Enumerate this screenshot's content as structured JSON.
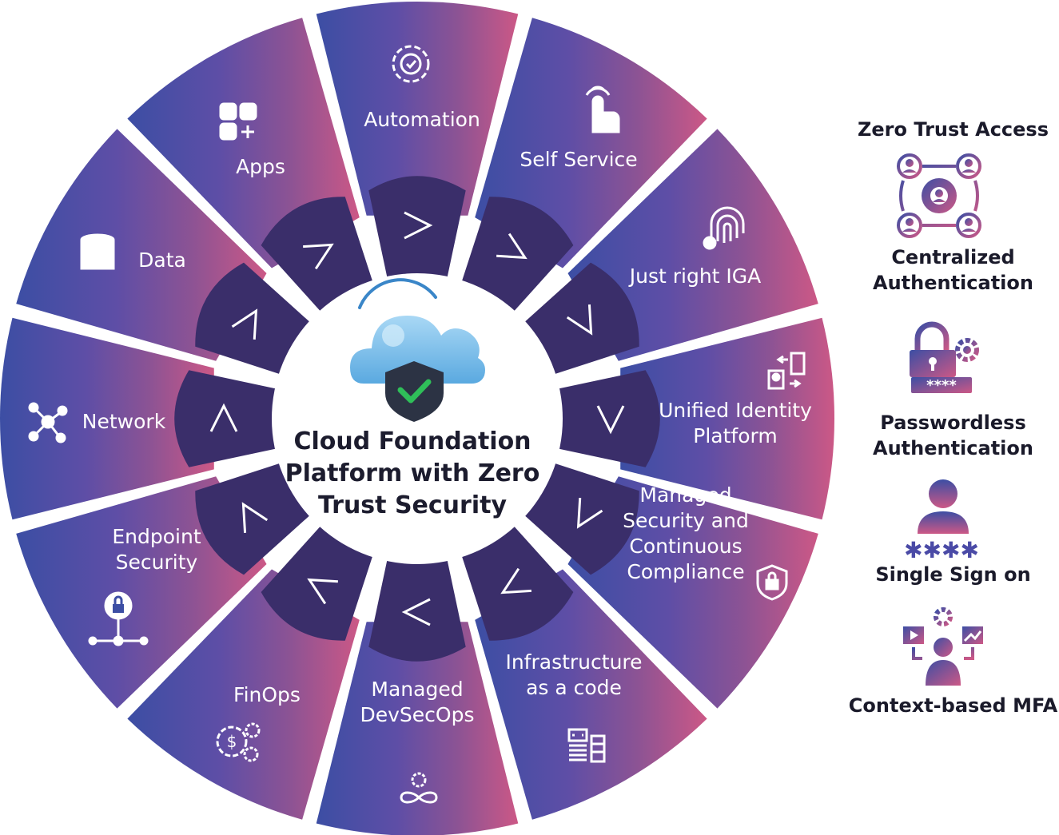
{
  "center": {
    "title_lines": [
      "Cloud Foundation",
      "Platform with Zero",
      "Trust Security"
    ]
  },
  "segments": [
    {
      "id": "automation",
      "lines": [
        "Automation"
      ],
      "icon": "automation-gear-icon"
    },
    {
      "id": "self-service",
      "lines": [
        "Self Service"
      ],
      "icon": "touch-hand-icon"
    },
    {
      "id": "just-right-iga",
      "lines": [
        "Just right IGA"
      ],
      "icon": "fingerprint-icon"
    },
    {
      "id": "unified-identity",
      "lines": [
        "Unified Identity",
        "Platform"
      ],
      "icon": "identity-transfer-icon"
    },
    {
      "id": "managed-security",
      "lines": [
        "Managed",
        "Security and",
        "Continuous",
        "Compliance"
      ],
      "icon": "shield-lock-icon"
    },
    {
      "id": "infrastructure",
      "lines": [
        "Infrastructure",
        "as a code"
      ],
      "icon": "code-server-icon"
    },
    {
      "id": "devsecops",
      "lines": [
        "Managed",
        "DevSecOps"
      ],
      "icon": "infinity-gear-icon"
    },
    {
      "id": "finops",
      "lines": [
        "FinOps"
      ],
      "icon": "money-gears-icon"
    },
    {
      "id": "endpoint",
      "lines": [
        "Endpoint",
        "Security"
      ],
      "icon": "lock-network-icon"
    },
    {
      "id": "network",
      "lines": [
        "Network"
      ],
      "icon": "network-nodes-icon"
    },
    {
      "id": "data",
      "lines": [
        "Data"
      ],
      "icon": "database-icon"
    },
    {
      "id": "apps",
      "lines": [
        "Apps"
      ],
      "icon": "apps-grid-icon"
    }
  ],
  "side_panel": {
    "heading": "Zero Trust  Access",
    "features": [
      {
        "title": "Centralized Authentication",
        "icon": "user-network-gear-icon"
      },
      {
        "title": "Passwordless Authentication",
        "icon": "padlock-password-icon"
      },
      {
        "title": "Single Sign on",
        "icon": "user-asterisks-icon"
      },
      {
        "title": "Context-based MFA",
        "icon": "user-context-icon"
      }
    ]
  },
  "colors": {
    "wheel_gradient": [
      "#3c4ea4",
      "#5e4ea6",
      "#8c5394",
      "#cc5886"
    ],
    "inner_ring": "#3a2e6a",
    "shield_dark": "#2c3344",
    "check_green": "#2fbf59",
    "cloud_blue": "#6fb8e8",
    "icon_gradient": [
      "#3c4ea4",
      "#cc5886"
    ]
  }
}
